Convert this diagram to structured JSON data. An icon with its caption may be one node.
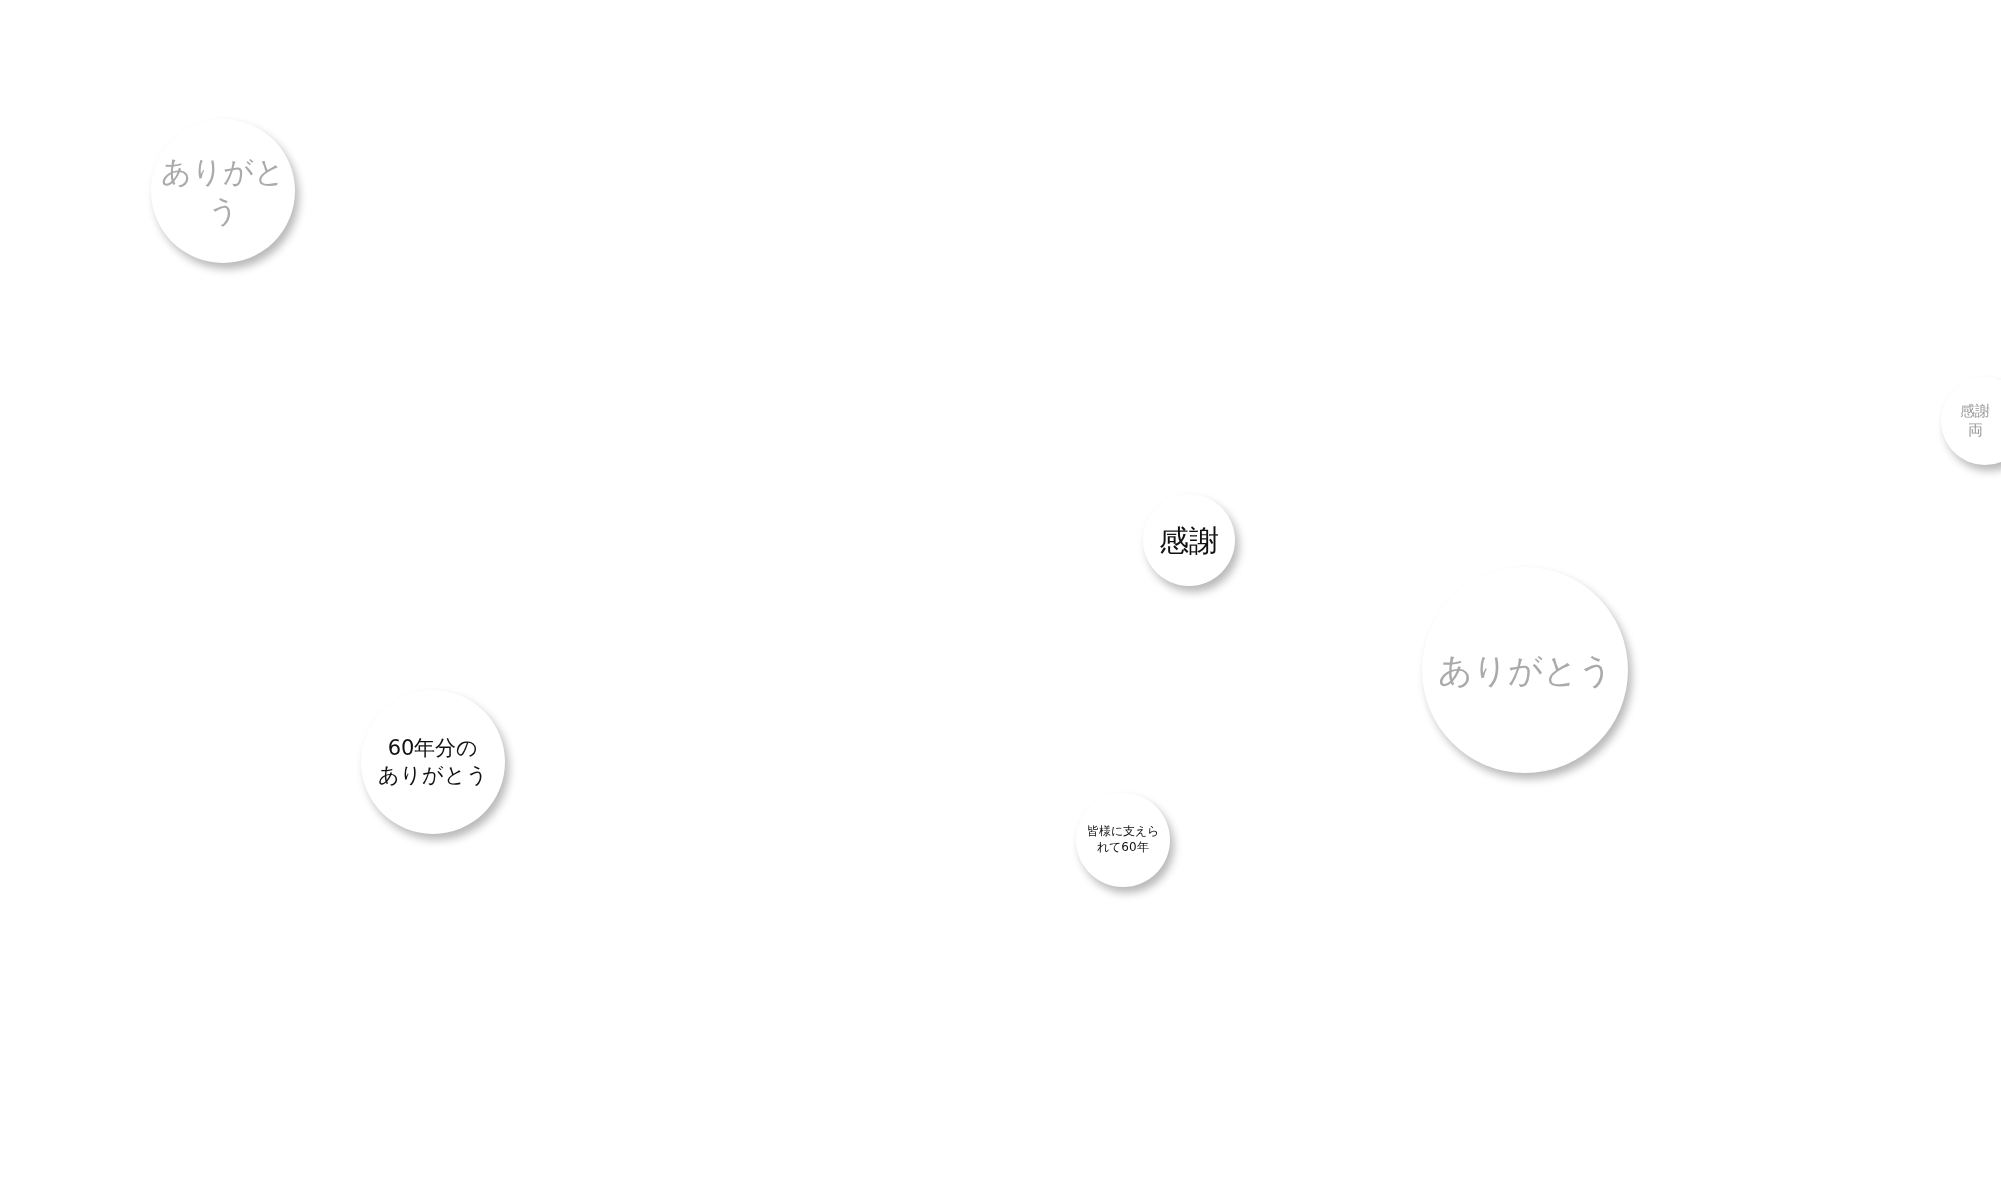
{
  "diagram": {
    "nodes": [
      {
        "text": [
          "ありがとう"
        ]
      },
      {
        "text": [
          "感謝",
          "両"
        ]
      },
      {
        "text": [
          "感謝"
        ]
      },
      {
        "text": [
          "ありがとう"
        ]
      },
      {
        "text": [
          "60年分のありがとう"
        ]
      },
      {
        "text": [
          "皆様に支えられて60年"
        ]
      }
    ]
  }
}
